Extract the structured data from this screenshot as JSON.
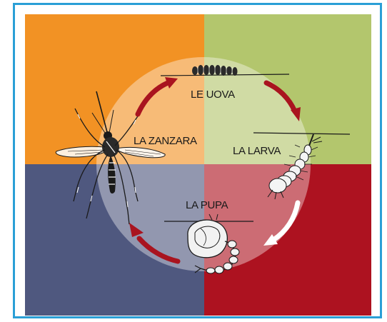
{
  "diagram": {
    "stages": {
      "eggs": "LE UOVA",
      "larva": "LA LARVA",
      "pupa": "LA PUPA",
      "adult": "LA ZANZARA"
    },
    "colors": {
      "top_left": "#f29224",
      "top_right": "#b3c66d",
      "bottom_left": "#4f587f",
      "bottom_right": "#ad1220",
      "arrow_red": "#a9141f",
      "arrow_white": "#ffffff",
      "frame": "#2a9fd6"
    }
  }
}
